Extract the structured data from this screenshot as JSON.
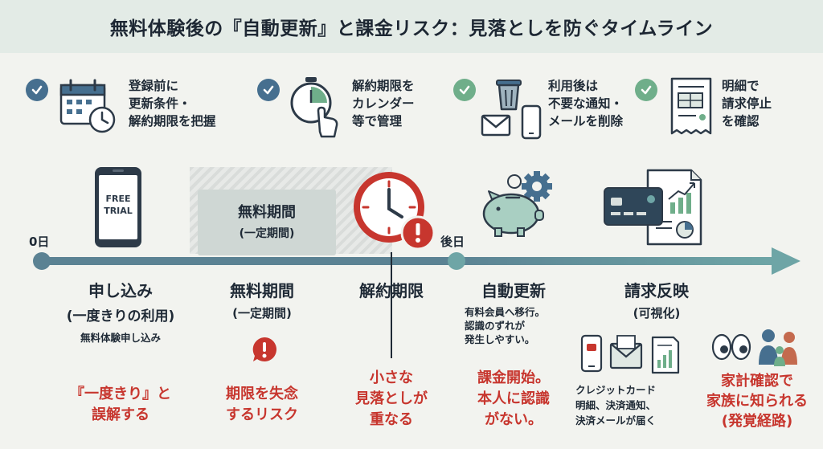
{
  "title": "無料体験後の『自動更新』と課金リスク：見落としを防ぐタイムライン",
  "colors": {
    "check_blue": "#466f8f",
    "check_green": "#6fae8a",
    "timeline": "#5b8293",
    "timeline_end": "#6ea5a6",
    "alert_red": "#c7362e"
  },
  "tips": [
    {
      "icon": "calendar-clock-icon",
      "lines": [
        "登録前に",
        "更新条件・",
        "解約期限を把握"
      ]
    },
    {
      "icon": "stopwatch-hand-icon",
      "lines": [
        "解約期限を",
        "カレンダー",
        "等で管理"
      ]
    },
    {
      "icon": "trash-mail-phone-icon",
      "lines": [
        "利用後は",
        "不要な通知・",
        "メールを削除"
      ]
    },
    {
      "icon": "invoice-icon",
      "lines": [
        "明細で",
        "請求停止",
        "を確認"
      ]
    }
  ],
  "timeline": {
    "start_label": "0日",
    "after_label": "後日"
  },
  "phone_text": [
    "FREE",
    "TRIAL"
  ],
  "free_period_box": {
    "title": "無料期間",
    "sub": "(一定期間)"
  },
  "stages": [
    {
      "title": "申し込み",
      "sub": "(一度きりの利用)",
      "note": "無料体験申し込み",
      "risk": [
        "『一度きり』と",
        "誤解する"
      ]
    },
    {
      "title": "無料期間",
      "sub": "(一定期間)",
      "risk": [
        "期限を失念",
        "するリスク"
      ]
    },
    {
      "title": "解約期限",
      "risk": [
        "小さな",
        "見落としが",
        "重なる"
      ]
    },
    {
      "title": "自動更新",
      "note": [
        "有料会員へ移行。",
        "認識のずれが",
        "発生しやすい。"
      ],
      "risk": [
        "課金開始。",
        "本人に認識",
        "がない。"
      ]
    },
    {
      "title": "請求反映",
      "sub": "(可視化)",
      "note": [
        "クレジットカード",
        "明細、決済通知、",
        "決済メールが届く"
      ],
      "risk": [
        "家計確認で",
        "家族に知られる",
        "(発覚経路)"
      ]
    }
  ]
}
